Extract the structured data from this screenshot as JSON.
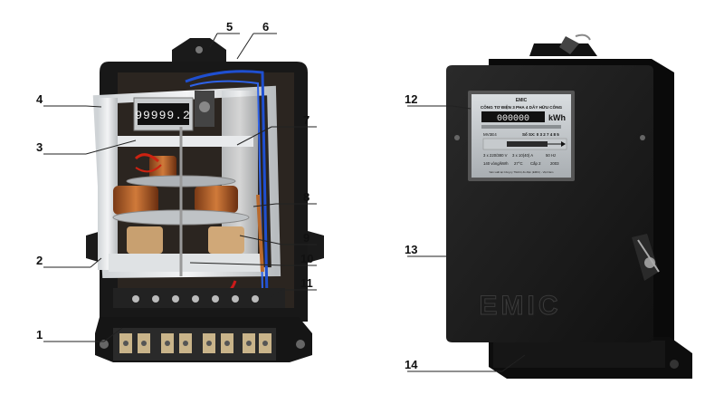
{
  "figure": {
    "left_meter": {
      "name": "open-meter-interior",
      "register_digits": "99999.2"
    },
    "right_meter": {
      "name": "closed-meter-exterior",
      "brand": "EMIC",
      "nameplate": {
        "brand_small": "EMIC",
        "title": "CÔNG TƠ ĐIỆN 3 PHA 4 DÂY HỮU CÔNG",
        "display_digits": "000000",
        "display_unit": "kWh",
        "model": "MV3E4",
        "serial": "Số SX: 0 3 2 7 4 8 5",
        "spec_rows": [
          [
            "3 x 220/380 V",
            "3 x 10(40) A",
            "50 Hz"
          ],
          [
            "140 vòng/kWh",
            "27°C",
            "Cấp 2",
            "2003"
          ]
        ],
        "footer": "Sản xuất tại Công ty Thiết bị đo điện (EMIC) - Việt Nam"
      }
    },
    "callouts": [
      "1",
      "2",
      "3",
      "4",
      "5",
      "6",
      "7",
      "8",
      "9",
      "10",
      "11",
      "12",
      "13",
      "14"
    ]
  }
}
